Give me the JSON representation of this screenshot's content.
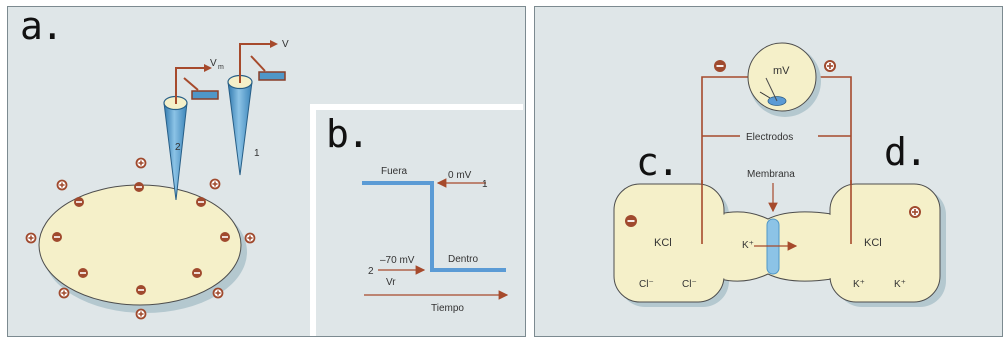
{
  "panel_letters": {
    "a": "a.",
    "b": "b.",
    "c": "c.",
    "d": "d."
  },
  "panel_a": {
    "electrode_1_label": "1",
    "electrode_2_label": "2",
    "v_label": "V",
    "vm_label": "V",
    "vm_subscript": "m",
    "minus_sign": "−",
    "plus_sign": "+"
  },
  "panel_b": {
    "outside_label": "Fuera",
    "zero_label": "0 mV",
    "one_label": "1",
    "minus70_label": "–70 mV",
    "two_label": "2",
    "vr_label": "Vr",
    "inside_label": "Dentro",
    "time_label": "Tiempo"
  },
  "panel_cd": {
    "mv_label": "mV",
    "electrodes_label": "Electrodos",
    "membrane_label": "Membrana",
    "kcl_left": "KCl",
    "kcl_right": "KCl",
    "cl_minus_1": "Cl⁻",
    "cl_minus_2": "Cl⁻",
    "k_plus_center": "K⁺",
    "k_plus_1": "K⁺",
    "k_plus_2": "K⁺",
    "minus_sign": "−",
    "plus_sign": "+"
  },
  "colors": {
    "panel_bg": "#dfe6e8",
    "cell_fill": "#f5f0c9",
    "shadow": "#b4c8cf",
    "wire": "#a64a2c",
    "charge": "#a04a2e",
    "trace": "#5b9bd5",
    "electrode": "#4f97c8"
  }
}
